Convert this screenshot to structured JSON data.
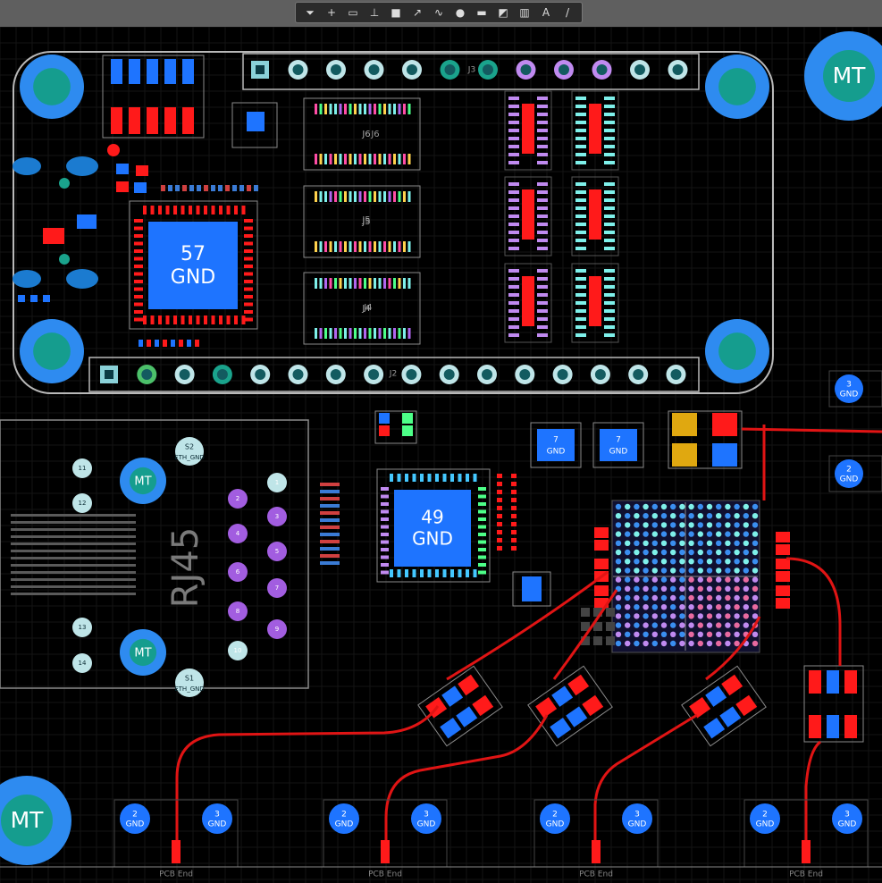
{
  "toolbar": {
    "tools": [
      {
        "name": "filter-tool-icon",
        "glyph": "⏷"
      },
      {
        "name": "cross-probe-icon",
        "glyph": "+"
      },
      {
        "name": "select-rect-icon",
        "glyph": "▭"
      },
      {
        "name": "place-component-icon",
        "glyph": "⊥"
      },
      {
        "name": "place-pad-icon",
        "glyph": "■"
      },
      {
        "name": "route-icon",
        "glyph": "↗"
      },
      {
        "name": "interactive-router-icon",
        "glyph": "∿"
      },
      {
        "name": "place-via-icon",
        "glyph": "●"
      },
      {
        "name": "polygon-icon",
        "glyph": "▬"
      },
      {
        "name": "keepout-icon",
        "glyph": "◩"
      },
      {
        "name": "chart-icon",
        "glyph": "▥"
      },
      {
        "name": "text-icon",
        "glyph": "A"
      },
      {
        "name": "line-icon",
        "glyph": "/"
      }
    ]
  },
  "board": {
    "colors": {
      "background": "#000000",
      "outline": "#b9b9b9",
      "pad_blue": "#1e74ff",
      "pad_red": "#ff1a1a",
      "mt_outer": "#2e8bf0",
      "mt_inner": "#159d8e",
      "via_teal": "#1aa38c",
      "pin_cyan": "#7ef0ea",
      "pin_purple": "#b066ee",
      "trace_red": "#e01414",
      "silk": "#8a8a8a"
    },
    "mt_label": "MT",
    "chip_u1": {
      "net_count": "57",
      "net_name": "GND"
    },
    "chip_u2": {
      "net_count": "49",
      "net_name": "GND"
    },
    "rj45_label": "RJ45",
    "designators": {
      "j6": "J6",
      "j5": "J5",
      "j4": "J4",
      "j2": "J2",
      "j3": "J3"
    },
    "small_gnd_pads": [
      {
        "num": "7",
        "net": "GND"
      },
      {
        "num": "7",
        "net": "GND"
      }
    ],
    "side_gnd_pads": [
      {
        "num": "3",
        "net": "GND"
      },
      {
        "num": "2",
        "net": "GND"
      }
    ],
    "bottom_connectors": [
      {
        "pad_a": {
          "num": "2",
          "net": "GND"
        },
        "pad_b": {
          "num": "3",
          "net": "GND"
        },
        "label": "PCB End"
      },
      {
        "pad_a": {
          "num": "2",
          "net": "GND"
        },
        "pad_b": {
          "num": "3",
          "net": "GND"
        },
        "label": "PCB End"
      },
      {
        "pad_a": {
          "num": "2",
          "net": "GND"
        },
        "pad_b": {
          "num": "3",
          "net": "GND"
        },
        "label": "PCB End"
      },
      {
        "pad_a": {
          "num": "2",
          "net": "GND"
        },
        "pad_b": {
          "num": "3",
          "net": "GND"
        },
        "label": "PCB End"
      }
    ],
    "rj45_pins_left": [
      "11",
      "12",
      "13",
      "14"
    ],
    "rj45_pins_right": [
      "1",
      "2",
      "3",
      "4",
      "5",
      "6",
      "7",
      "8",
      "9",
      "10"
    ],
    "rj45_shield": [
      {
        "num": "S2",
        "net": "ETH_GND"
      },
      {
        "num": "S1",
        "net": "ETH_GND"
      }
    ]
  }
}
